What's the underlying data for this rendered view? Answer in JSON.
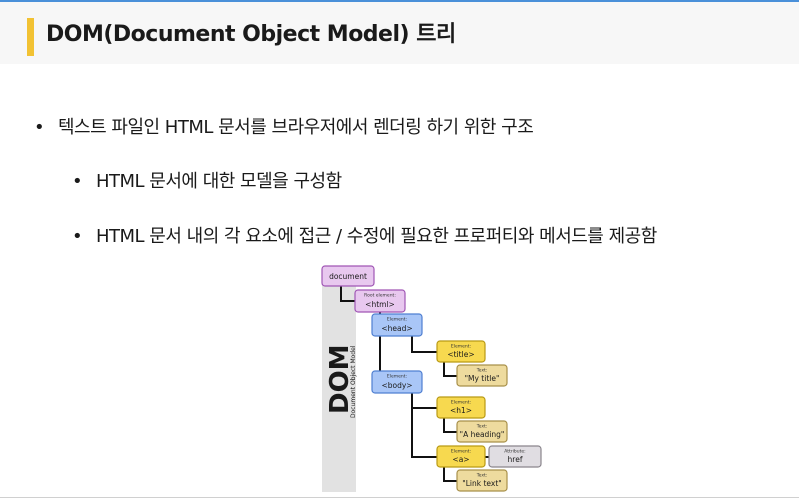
{
  "slide": {
    "title": "DOM(Document Object Model) 트리",
    "bullets": [
      {
        "level": 1,
        "marker": "•",
        "text": "텍스트 파일인 HTML 문서를 브라우저에서 렌더링 하기 위한 구조"
      },
      {
        "level": 2,
        "marker": "•",
        "text": "HTML 문서에 대한 모델을 구성함"
      },
      {
        "level": 2,
        "marker": "•",
        "text": "HTML 문서 내의 각 요소에 접근 / 수정에 필요한 프로퍼티와 메서드를 제공함"
      }
    ],
    "colors": {
      "accent": "#f2c233",
      "title_bg": "#f7f7f7",
      "top_rule": "#4a90d9"
    }
  },
  "diagram": {
    "side_label": "DOM",
    "side_caption": "Document Object Model",
    "nodes": [
      {
        "id": "document",
        "type": "",
        "label": "document",
        "fill": "#e8c8ef",
        "stroke": "#a056b5"
      },
      {
        "id": "html",
        "type": "Root element:",
        "label": "<html>",
        "fill": "#e8c8ef",
        "stroke": "#a056b5"
      },
      {
        "id": "head",
        "type": "Element:",
        "label": "<head>",
        "fill": "#a9c6f7",
        "stroke": "#4f7fd1"
      },
      {
        "id": "title",
        "type": "Element:",
        "label": "<title>",
        "fill": "#f7d94f",
        "stroke": "#b99a14"
      },
      {
        "id": "mytitle",
        "type": "Text:",
        "label": "\"My title\"",
        "fill": "#eedb9e",
        "stroke": "#a8904a"
      },
      {
        "id": "body",
        "type": "Element:",
        "label": "<body>",
        "fill": "#a9c6f7",
        "stroke": "#4f7fd1"
      },
      {
        "id": "h1",
        "type": "Element:",
        "label": "<h1>",
        "fill": "#f7d94f",
        "stroke": "#b99a14"
      },
      {
        "id": "aheading",
        "type": "Text:",
        "label": "\"A heading\"",
        "fill": "#eedb9e",
        "stroke": "#a8904a"
      },
      {
        "id": "a",
        "type": "Element:",
        "label": "<a>",
        "fill": "#f7d94f",
        "stroke": "#b99a14"
      },
      {
        "id": "href",
        "type": "Attribute:",
        "label": "href",
        "fill": "#e0dde2",
        "stroke": "#8a858c"
      },
      {
        "id": "linktext",
        "type": "Text:",
        "label": "\"Link text\"",
        "fill": "#eedb9e",
        "stroke": "#a8904a"
      }
    ],
    "edges": [
      [
        "document",
        "html"
      ],
      [
        "html",
        "head"
      ],
      [
        "html",
        "body"
      ],
      [
        "head",
        "title"
      ],
      [
        "title",
        "mytitle"
      ],
      [
        "body",
        "h1"
      ],
      [
        "body",
        "a"
      ],
      [
        "h1",
        "aheading"
      ],
      [
        "a",
        "href"
      ],
      [
        "a",
        "linktext"
      ]
    ]
  }
}
